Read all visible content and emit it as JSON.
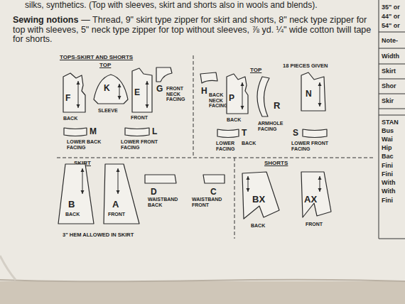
{
  "diagram": {
    "nodes": [
      {
        "text": [
          "F",
          "BACK"
        ]
      },
      {
        "text": [
          "K",
          "SLEEVE"
        ]
      },
      {
        "text": [
          "E",
          "FRONT"
        ]
      },
      {
        "text": [
          "G",
          "FRONT NECK FACING"
        ]
      },
      {
        "text": [
          "H",
          "BACK NECK FACING"
        ]
      },
      {
        "text": [
          "P",
          "BACK"
        ]
      },
      {
        "text": [
          "R",
          "ARMHOLE FACING"
        ]
      },
      {
        "text": [
          "N"
        ]
      },
      {
        "text": [
          "M",
          "LOWER BACK FACING"
        ]
      },
      {
        "text": [
          "L",
          "LOWER FRONT FACING"
        ]
      },
      {
        "text": [
          "T",
          "LOWER FACING",
          "BACK"
        ]
      },
      {
        "text": [
          "S",
          "LOWER FRONT FACING"
        ]
      },
      {
        "text": [
          "B",
          "BACK"
        ]
      },
      {
        "text": [
          "A",
          "FRONT"
        ]
      },
      {
        "text": [
          "D",
          "WAISTBAND BACK"
        ]
      },
      {
        "text": [
          "C",
          "WAISTBAND FRONT"
        ]
      },
      {
        "text": [
          "BX",
          "BACK"
        ]
      },
      {
        "text": [
          "AX",
          "FRONT"
        ]
      }
    ],
    "labels": [
      "silks, synthetics. (Top with sleeves, skirt and shorts also in wools and blends).",
      "Sewing notions",
      "— Thread, 9\" skirt type zipper for skirt and shorts, 8\" neck type zipper for top with sleeves, 5\" neck type zipper for top without sleeves, ⅞ yd. ¼\" wide cotton twill tape for shorts.",
      "TOPS-SKIRT AND SHORTS",
      "TOP",
      "18 PIECES GIVEN",
      "TOP",
      "SKIRT",
      "3\" HEM ALLOWED IN SKIRT",
      "SHORTS",
      "35\" or",
      "44\" or",
      "54\" or",
      "Note-",
      "Width",
      "Skirt",
      "Shor",
      "Skir",
      "STAN",
      "Bus",
      "Wai",
      "Hip",
      "Bac",
      "Fini",
      "Fini",
      "With",
      "With",
      "Fini"
    ]
  }
}
